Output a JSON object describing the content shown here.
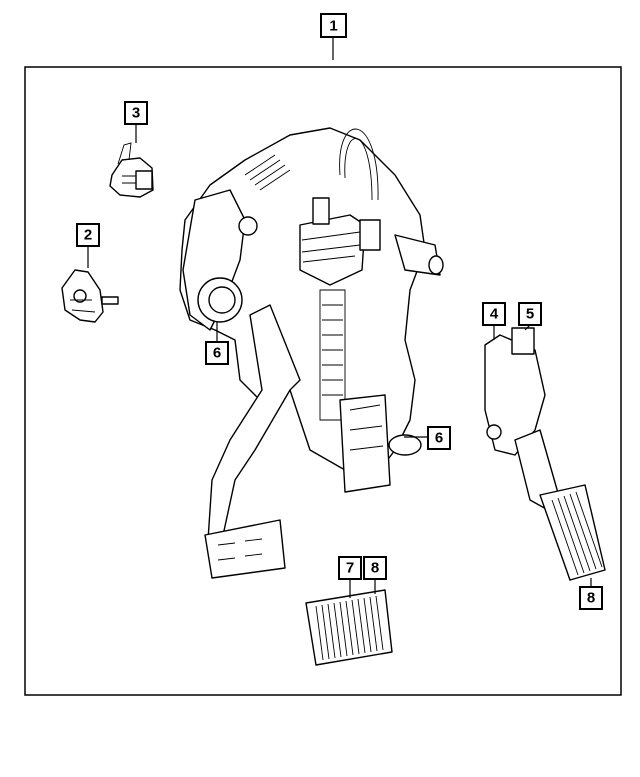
{
  "diagram": {
    "callouts": [
      {
        "id": "c1",
        "label": "1"
      },
      {
        "id": "c2",
        "label": "2"
      },
      {
        "id": "c3",
        "label": "3"
      },
      {
        "id": "c4",
        "label": "4"
      },
      {
        "id": "c5",
        "label": "5"
      },
      {
        "id": "c6a",
        "label": "6"
      },
      {
        "id": "c6b",
        "label": "6"
      },
      {
        "id": "c7",
        "label": "7"
      },
      {
        "id": "c8a",
        "label": "8"
      },
      {
        "id": "c8b",
        "label": "8"
      }
    ]
  }
}
